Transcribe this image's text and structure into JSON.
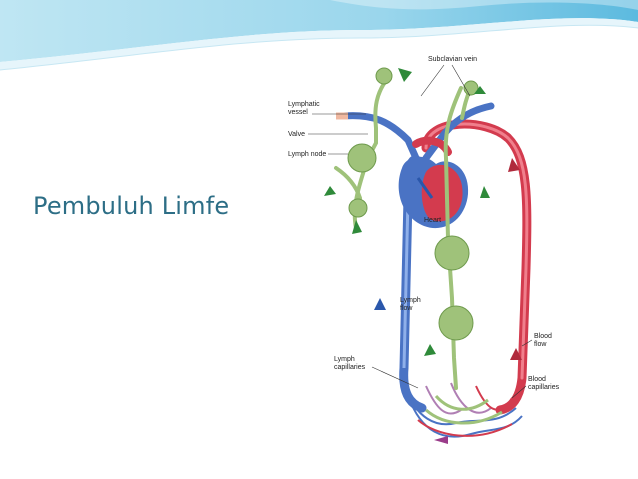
{
  "slide": {
    "title": "Pembuluh Limfe"
  },
  "colors": {
    "title": "#2d6e86",
    "vein": "#4a73c4",
    "artery": "#d33b4e",
    "lymph": "#9fc27a",
    "flow_arrow": "#2f8a3a",
    "header_wave": "#8fd1ea"
  },
  "diagram": {
    "labels": {
      "subclavian_vein": "Subclavian vein",
      "lymphatic_vessel_1": "Lymphatic",
      "lymphatic_vessel_2": "vessel",
      "valve": "Valve",
      "lymph_node": "Lymph node",
      "heart": "Heart",
      "lymph_flow_1": "Lymph",
      "lymph_flow_2": "flow",
      "lymph_capillaries_1": "Lymph",
      "lymph_capillaries_2": "capillaries",
      "blood_flow_1": "Blood",
      "blood_flow_2": "flow",
      "blood_capillaries_1": "Blood",
      "blood_capillaries_2": "capillaries"
    }
  }
}
